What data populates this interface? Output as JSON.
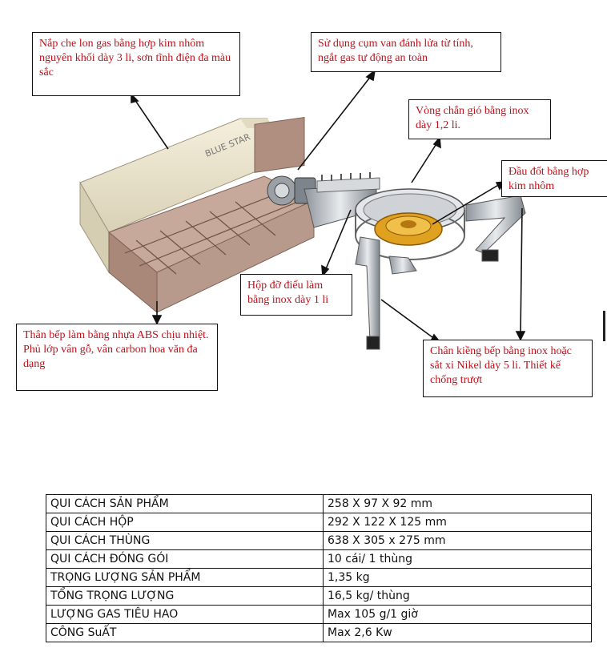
{
  "callouts": {
    "lid": "Nắp che lon gas bằng hợp kim nhôm nguyên khối dày 3 li, sơn tĩnh điện đa màu sắc",
    "valve": "Sử dụng cụm van đánh lửa từ tính, ngắt gas tự động an toàn",
    "windshield": "Vòng chắn gió bằng inox dày 1,2 li.",
    "burner": "Đầu đốt  bằng hợp kim nhôm",
    "box": "Hộp đỡ điếu làm bằng inox dày 1 li",
    "body": "Thân bếp làm bằng nhựa ABS chịu nhiệt. Phủ lớp vân gỗ, vân carbon hoa văn đa dạng",
    "legs": "Chân kiềng bếp bằng inox hoặc sắt xi Nikel dày 5 li. Thiết kế chống trượt"
  },
  "product": {
    "brand_mark": "BLUE STAR"
  },
  "specs": [
    {
      "label": "QUI CÁCH SẢN PHẨM",
      "value": "258 X 97 X 92 mm"
    },
    {
      "label": "QUI CÁCH HỘP",
      "value": "292 X 122 X 125 mm"
    },
    {
      "label": "QUI CÁCH THÙNG",
      "value": "638 X 305 x 275 mm"
    },
    {
      "label": "QUI CÁCH ĐÓNG GÓI",
      "value": "10 cái/ 1 thùng"
    },
    {
      "label": "TRỌNG LƯỢNG SẢN PHẨM",
      "value": "1,35 kg"
    },
    {
      "label": "TỔNG TRỌNG LƯỢNG",
      "value": "16,5 kg/ thùng"
    },
    {
      "label": "LƯỢNG GAS TIÊU HAO",
      "value": "Max 105 g/1 giờ"
    },
    {
      "label": "CÔNG SuẤT",
      "value": "Max 2,6 Kw"
    }
  ],
  "colors": {
    "callout_text": "#c0101a",
    "lid": "#ece6cf",
    "body": "#b89a8c",
    "steel": "#c8ccd0",
    "burner": "#e0a020"
  }
}
